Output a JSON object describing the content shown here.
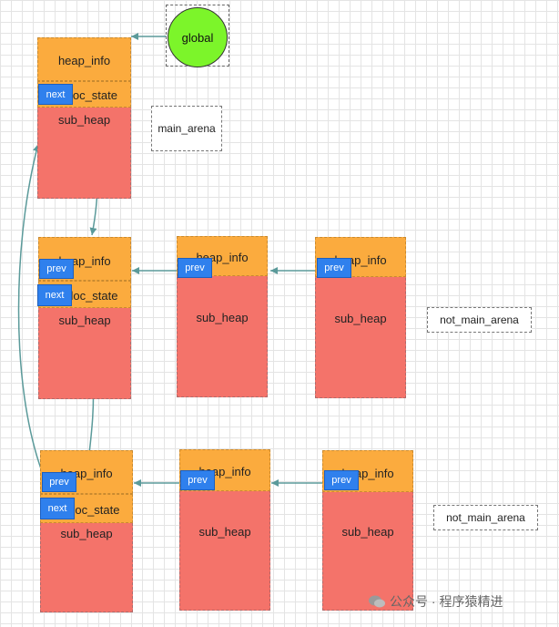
{
  "global": {
    "label": "global",
    "fill": "#7cf52a"
  },
  "labels": {
    "heap_info": "heap_info",
    "malloc_state": "malloc_state",
    "sub_heap": "sub_heap",
    "next": "next",
    "prev": "prev"
  },
  "notes": {
    "main_arena": "main_arena",
    "not_main_arena_1": "not_main_arena",
    "not_main_arena_2": "not_main_arena"
  },
  "watermark": "公众号 · 程序猿精进",
  "colors": {
    "sub_heap": "#f4736a",
    "heap_info": "#fbab3e",
    "pointer_tag": "#2f80ed",
    "arrow": "#5b9a9a",
    "global": "#7cf52a"
  }
}
